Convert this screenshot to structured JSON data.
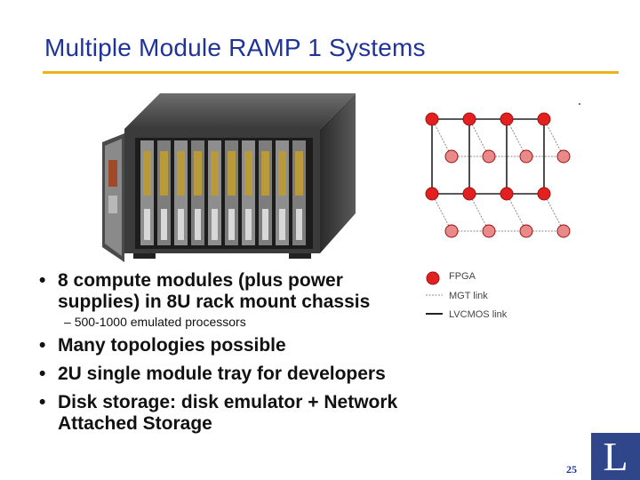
{
  "title": "Multiple Module RAMP 1 Systems",
  "legend": {
    "fpga": "FPGA",
    "mgt": "MGT link",
    "lvcmos": "LVCMOS link"
  },
  "bullets": {
    "b1_line1": "8 compute modules (plus power",
    "b1_line2": "supplies) in 8U rack mount chassis",
    "sub1": "500-1000 emulated processors",
    "b2": "Many topologies possible",
    "b3": "2U single module tray for developers",
    "b4_line1": "Disk storage: disk emulator + Network",
    "b4_line2": "Attached Storage",
    "bullet_char": "•",
    "dash_char": "–"
  },
  "page_number": "25",
  "logo_letter": "L",
  "colors": {
    "title": "#1f3399",
    "rule": "#e8b41a",
    "node": "#e32020",
    "node_light": "#e98a8a",
    "logo_bg": "#2f478a"
  },
  "topology": {
    "rows": 4,
    "cols": 4
  }
}
